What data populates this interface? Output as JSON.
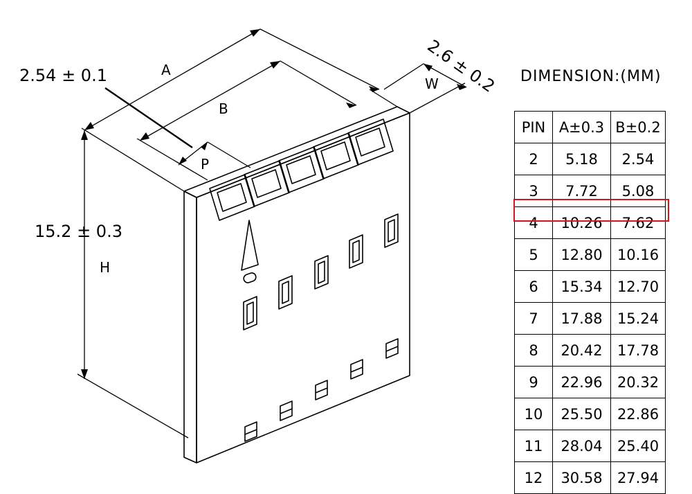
{
  "drawing": {
    "dim_pitch": "2.54 ± 0.1",
    "label_a": "A",
    "label_b": "B",
    "label_p": "P",
    "dim_w": "2.6 ± 0.2",
    "label_w": "W",
    "dim_h": "15.2 ± 0.3",
    "label_h": "H"
  },
  "dimensions": {
    "title": "DIMENSION:(MM)",
    "headers": [
      "PIN",
      "A±0.3",
      "B±0.2"
    ],
    "rows": [
      [
        "2",
        "5.18",
        "2.54"
      ],
      [
        "3",
        "7.72",
        "5.08"
      ],
      [
        "4",
        "10.26",
        "7.62"
      ],
      [
        "5",
        "12.80",
        "10.16"
      ],
      [
        "6",
        "15.34",
        "12.70"
      ],
      [
        "7",
        "17.88",
        "15.24"
      ],
      [
        "8",
        "20.42",
        "17.78"
      ],
      [
        "9",
        "22.96",
        "20.32"
      ],
      [
        "10",
        "25.50",
        "22.86"
      ],
      [
        "11",
        "28.04",
        "25.40"
      ],
      [
        "12",
        "30.58",
        "27.94"
      ]
    ],
    "highlight_color": "#d0181e"
  }
}
